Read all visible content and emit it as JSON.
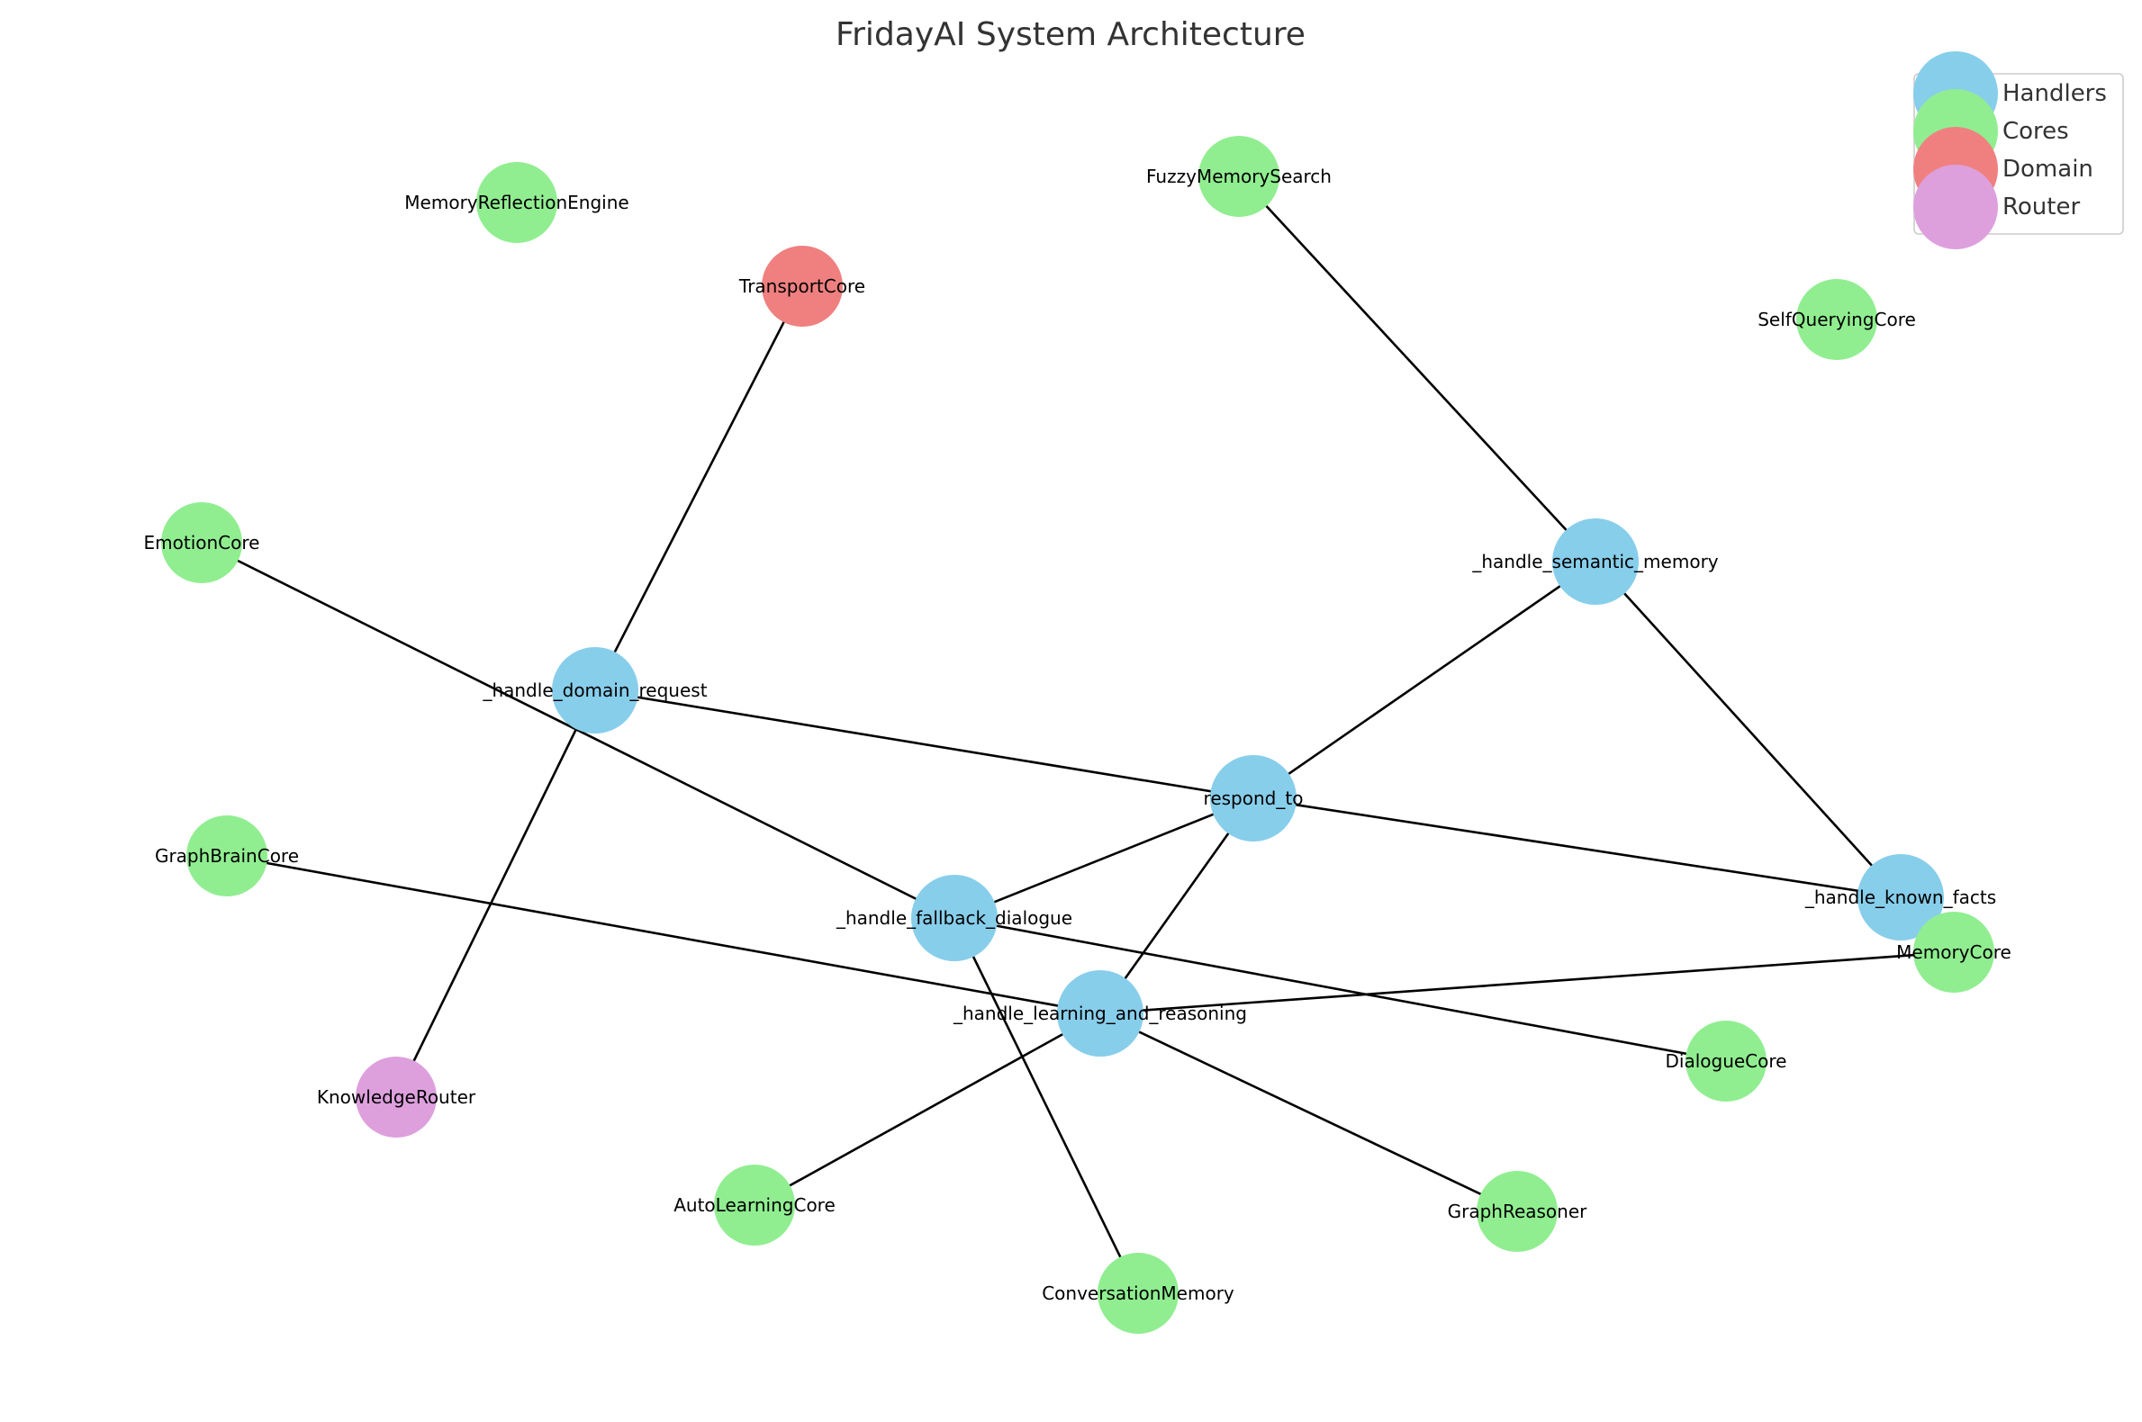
{
  "title": "FridayAI System Architecture",
  "colors": {
    "handler": "#87CEEB",
    "core": "#90EE90",
    "domain": "#F08080",
    "router": "#DDA0DD"
  },
  "legend": [
    {
      "label": "Handlers",
      "category": "handler"
    },
    {
      "label": "Cores",
      "category": "core"
    },
    {
      "label": "Domain",
      "category": "domain"
    },
    {
      "label": "Router",
      "category": "router"
    }
  ],
  "nodes": [
    {
      "id": "handle_domain_request",
      "label": "_handle_domain_request",
      "category": "handler"
    },
    {
      "id": "handle_semantic_memory",
      "label": "_handle_semantic_memory",
      "category": "handler"
    },
    {
      "id": "respond_to",
      "label": "respond_to",
      "category": "handler"
    },
    {
      "id": "handle_fallback_dialogue",
      "label": "_handle_fallback_dialogue",
      "category": "handler"
    },
    {
      "id": "handle_learning_and_reasoning",
      "label": "_handle_learning_and_reasoning",
      "category": "handler"
    },
    {
      "id": "handle_known_facts",
      "label": "_handle_known_facts",
      "category": "handler"
    },
    {
      "id": "MemoryReflectionEngine",
      "label": "MemoryReflectionEngine",
      "category": "core"
    },
    {
      "id": "FuzzyMemorySearch",
      "label": "FuzzyMemorySearch",
      "category": "core"
    },
    {
      "id": "SelfQueryingCore",
      "label": "SelfQueryingCore",
      "category": "core"
    },
    {
      "id": "EmotionCore",
      "label": "EmotionCore",
      "category": "core"
    },
    {
      "id": "GraphBrainCore",
      "label": "GraphBrainCore",
      "category": "core"
    },
    {
      "id": "MemoryCore",
      "label": "MemoryCore",
      "category": "core"
    },
    {
      "id": "DialogueCore",
      "label": "DialogueCore",
      "category": "core"
    },
    {
      "id": "AutoLearningCore",
      "label": "AutoLearningCore",
      "category": "core"
    },
    {
      "id": "GraphReasoner",
      "label": "GraphReasoner",
      "category": "core"
    },
    {
      "id": "ConversationMemory",
      "label": "ConversationMemory",
      "category": "core"
    },
    {
      "id": "TransportCore",
      "label": "TransportCore",
      "category": "domain"
    },
    {
      "id": "KnowledgeRouter",
      "label": "KnowledgeRouter",
      "category": "router"
    }
  ],
  "edges": [
    [
      "handle_domain_request",
      "TransportCore"
    ],
    [
      "handle_domain_request",
      "KnowledgeRouter"
    ],
    [
      "handle_domain_request",
      "respond_to"
    ],
    [
      "FuzzyMemorySearch",
      "handle_semantic_memory"
    ],
    [
      "handle_semantic_memory",
      "respond_to"
    ],
    [
      "handle_semantic_memory",
      "handle_known_facts"
    ],
    [
      "respond_to",
      "handle_known_facts"
    ],
    [
      "respond_to",
      "handle_fallback_dialogue"
    ],
    [
      "respond_to",
      "handle_learning_and_reasoning"
    ],
    [
      "EmotionCore",
      "handle_fallback_dialogue"
    ],
    [
      "handle_fallback_dialogue",
      "DialogueCore"
    ],
    [
      "handle_fallback_dialogue",
      "ConversationMemory"
    ],
    [
      "GraphBrainCore",
      "handle_learning_and_reasoning"
    ],
    [
      "handle_learning_and_reasoning",
      "MemoryCore"
    ],
    [
      "handle_learning_and_reasoning",
      "AutoLearningCore"
    ],
    [
      "handle_learning_and_reasoning",
      "GraphReasoner"
    ]
  ]
}
